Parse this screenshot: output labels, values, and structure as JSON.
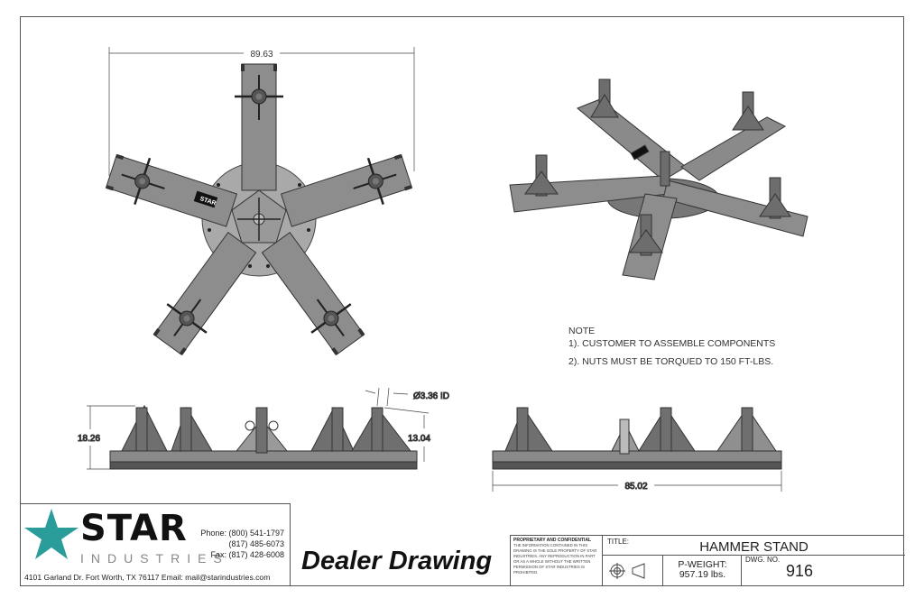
{
  "drawing": {
    "dimensions": {
      "overall_width_top": "89.63",
      "height": "18.26",
      "post_height": "13.04",
      "post_id": "Ø3.36 ID",
      "overall_length_side": "85.02"
    },
    "plate_logo": "STAR",
    "notes": {
      "heading": "NOTE",
      "items": [
        "1). CUSTOMER TO ASSEMBLE COMPONENTS",
        "2). NUTS MUST BE TORQUED TO 150 FT-LBS."
      ]
    }
  },
  "company": {
    "name": "STAR",
    "subtitle": "INDUSTRIES",
    "phone1": "Phone: (800) 541-1797",
    "phone2": "(817) 485-6073",
    "fax": "Fax: (817) 428-6008",
    "address": "4101 Garland Dr. Fort Worth, TX 76117  Email: mail@starindustries.com",
    "star_color": "#2a9d9a"
  },
  "dealer_label": "Dealer Drawing",
  "title_block": {
    "proprietary_heading": "PROPRIETARY AND CONFIDENTIAL",
    "proprietary_text": "THE INFORMATION CONTAINED IN THIS DRAWING IS THE SOLE PROPERTY OF STAR INDUSTRIES. ANY REPRODUCTION IN PART OR AS A WHOLE WITHOUT THE WRITTEN PERMISSION OF STAR INDUSTRIES IS PROHIBITED.",
    "title_label": "TITLE:",
    "title": "HAMMER STAND",
    "weight_label": "P-WEIGHT:",
    "weight": "957.19 lbs.",
    "dwg_no_label": "DWG. NO.",
    "dwg_no": "916"
  }
}
